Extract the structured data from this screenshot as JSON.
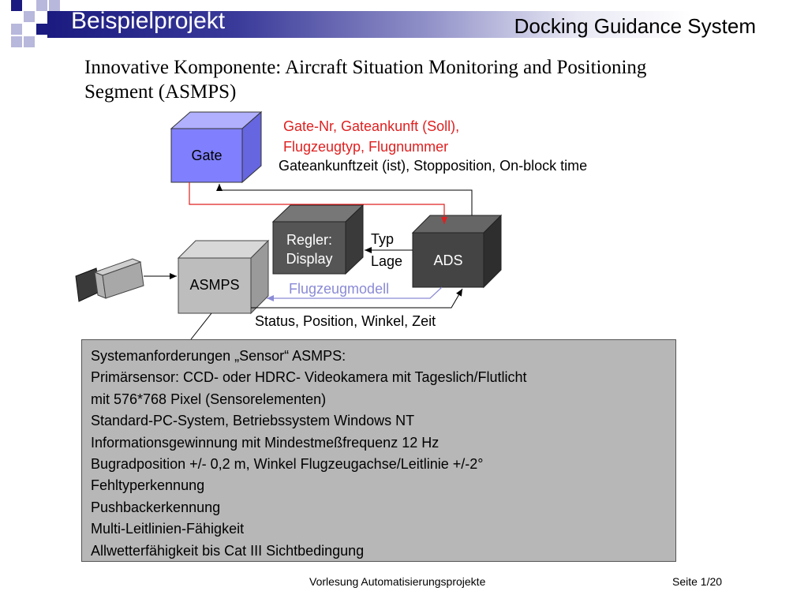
{
  "header": {
    "title": "Beispielprojekt",
    "subtitle": "Docking Guidance System",
    "accent_color": "#1a1a80"
  },
  "heading": {
    "line1": "Innovative Komponente: Aircraft Situation Monitoring and Positioning",
    "line2": "Segment (ASMPS)"
  },
  "diagram": {
    "nodes": {
      "gate": "Gate",
      "regler_line1": "Regler:",
      "regler_line2": "Display",
      "ads": "ADS",
      "asmps": "ASMPS"
    },
    "labels": {
      "soll_line1": "Gate-Nr, Gateankunft (Soll),",
      "soll_line2": "Flugzeugtyp, Flugnummer",
      "ist": "Gateankunftzeit (ist), Stopposition, On-block time",
      "typ": "Typ",
      "lage": "Lage",
      "flugzeugmodell": "Flugzeugmodell",
      "status": "Status, Position, Winkel, Zeit"
    },
    "colors": {
      "gate_fill": "#8080ff",
      "regler_fill": "#555555",
      "ads_fill": "#444444",
      "asmps_fill": "#bdbdbd",
      "red_line": "#e02020",
      "model_line": "#8a8ad6"
    }
  },
  "requirements": {
    "lines": [
      "Systemanforderungen „Sensor“ ASMPS:",
      "Primärsensor: CCD- oder HDRC- Videokamera mit Tageslich/Flutlicht",
      "mit 576*768 Pixel (Sensorelementen)",
      "Standard-PC-System, Betriebssystem Windows NT",
      "Informationsgewinnung mit Mindestmeßfrequenz 12 Hz",
      "Bugradposition +/- 0,2 m, Winkel Flugzeugachse/Leitlinie +/-2°",
      "Fehltyperkennung",
      "Pushbackerkennung",
      "Multi-Leitlinien-Fähigkeit",
      "Allwetterfähigkeit bis Cat III Sichtbedingung"
    ]
  },
  "footer": {
    "center": "Vorlesung Automatisierungsprojekte",
    "page": "Seite 1/20"
  }
}
